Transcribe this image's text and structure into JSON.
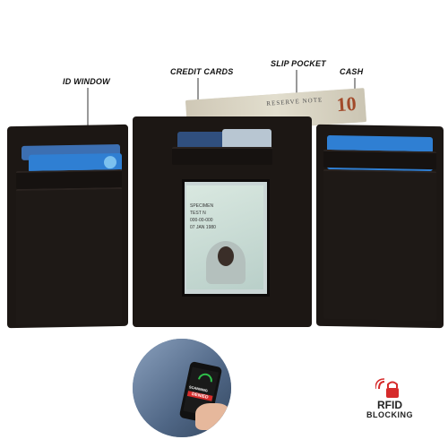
{
  "callouts": {
    "id_window": "ID WINDOW",
    "credit_cards": "CREDIT CARDS",
    "slip_pocket": "SLIP POCKET",
    "cash": "CASH"
  },
  "banknote": {
    "text": "RESERVE NOTE",
    "denomination": "10"
  },
  "id_card": {
    "line1": "SPECIMEN",
    "line2": "TEST N",
    "number": "000-00-000",
    "date": "07 JAN 1980"
  },
  "phone": {
    "line1": "SCANNING",
    "line2": "DENIED"
  },
  "rfid": {
    "label": "RFID",
    "sub": "BLOCKING"
  },
  "colors": {
    "leather": "#1c1714",
    "card_blue": "#2f7fd3",
    "rfid_red": "#d62b2b"
  }
}
